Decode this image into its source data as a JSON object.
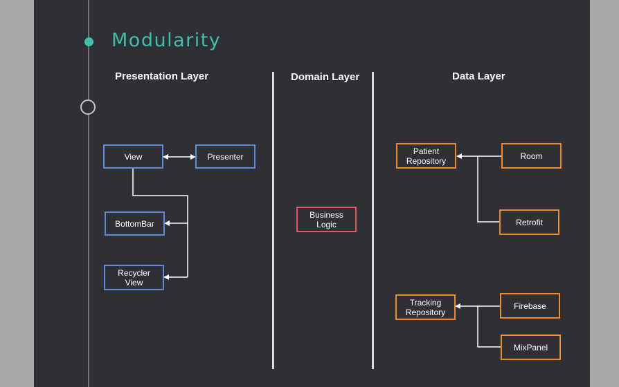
{
  "title": "Modularity",
  "layers": {
    "presentation": "Presentation Layer",
    "domain": "Domain Layer",
    "data": "Data Layer"
  },
  "nodes": {
    "view": "View",
    "presenter": "Presenter",
    "bottombar": "BottomBar",
    "recycler_view": "Recycler\nView",
    "business_logic": "Business\nLogic",
    "patient_repository": "Patient\nRepository",
    "room": "Room",
    "retrofit": "Retrofit",
    "tracking_repository": "Tracking\nRepository",
    "firebase": "Firebase",
    "mixpanel": "MixPanel"
  },
  "colors": {
    "accent": "#3dbfaa",
    "presentation_border": "#5e8ad8",
    "domain_border": "#e4555f",
    "data_border": "#f08a24",
    "background": "#2f3035"
  }
}
